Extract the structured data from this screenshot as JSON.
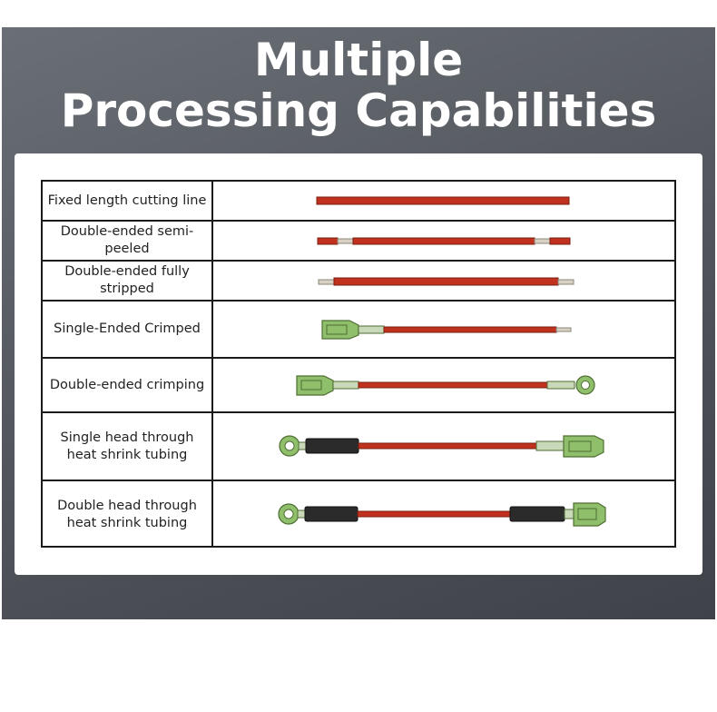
{
  "title": "Multiple\nProcessing Capabilities",
  "title_line1": "Multiple",
  "title_line2": "Processing Capabilities",
  "rows": [
    {
      "label": "Fixed length cutting line",
      "icon": "cut-wire-icon"
    },
    {
      "label": "Double-ended semi-peeled",
      "icon": "semi-peeled-wire-icon"
    },
    {
      "label": "Double-ended fully stripped",
      "icon": "fully-stripped-wire-icon"
    },
    {
      "label": "Single-Ended Crimped",
      "icon": "single-crimped-wire-icon"
    },
    {
      "label": "Double-ended crimping",
      "icon": "double-crimped-wire-icon"
    },
    {
      "label": "Single head through heat shrink tubing",
      "icon": "single-heat-shrink-wire-icon"
    },
    {
      "label": "Double head through heat shrink tubing",
      "icon": "double-heat-shrink-wire-icon"
    }
  ],
  "colors": {
    "banner": "#55595f",
    "wire": "#c0321e",
    "terminal": "#8fbf6a",
    "copper": "#d8d2c4",
    "sleeve": "#2b2b2b"
  }
}
